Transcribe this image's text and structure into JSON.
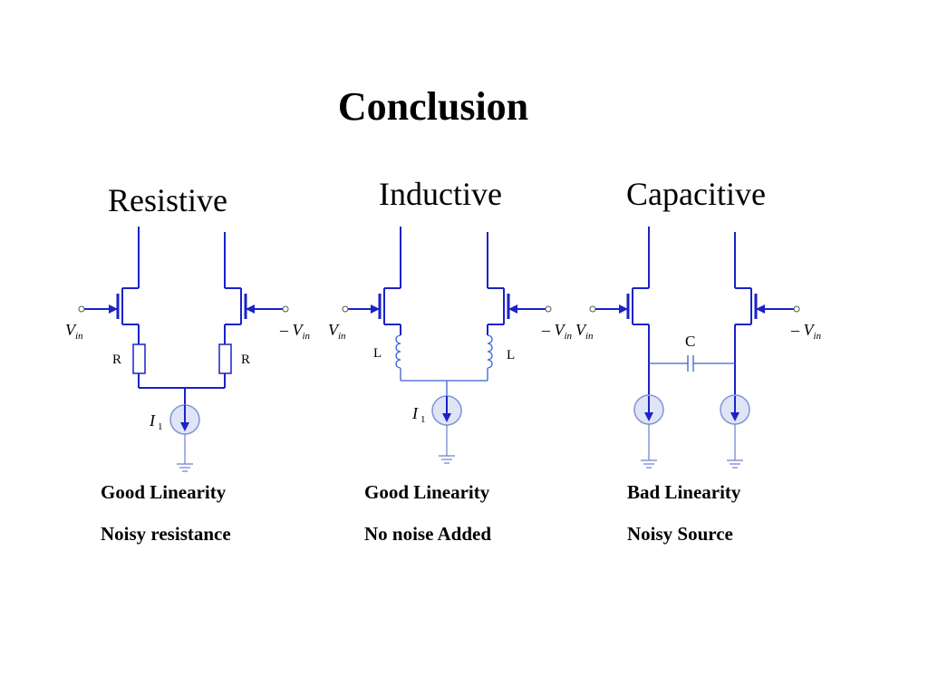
{
  "slide": {
    "title": "Conclusion",
    "columns": [
      {
        "heading": "Resistive",
        "line1": "Good Linearity",
        "line2": "Noisy resistance"
      },
      {
        "heading": "Inductive",
        "line1": "Good Linearity",
        "line2": "No noise Added"
      },
      {
        "heading": "Capacitive",
        "line1": "Bad Linearity",
        "line2": "Noisy Source"
      }
    ]
  },
  "circuit_labels": {
    "v": "V",
    "minus_v": "– V",
    "in": "in",
    "resistor": "R",
    "inductor": "L",
    "capacitor": "C",
    "current": "I",
    "current_index": "1"
  },
  "colors": {
    "wire": "#1a22c8",
    "source_fill": "#dfe5f7",
    "ground": "#6b7fd0"
  }
}
